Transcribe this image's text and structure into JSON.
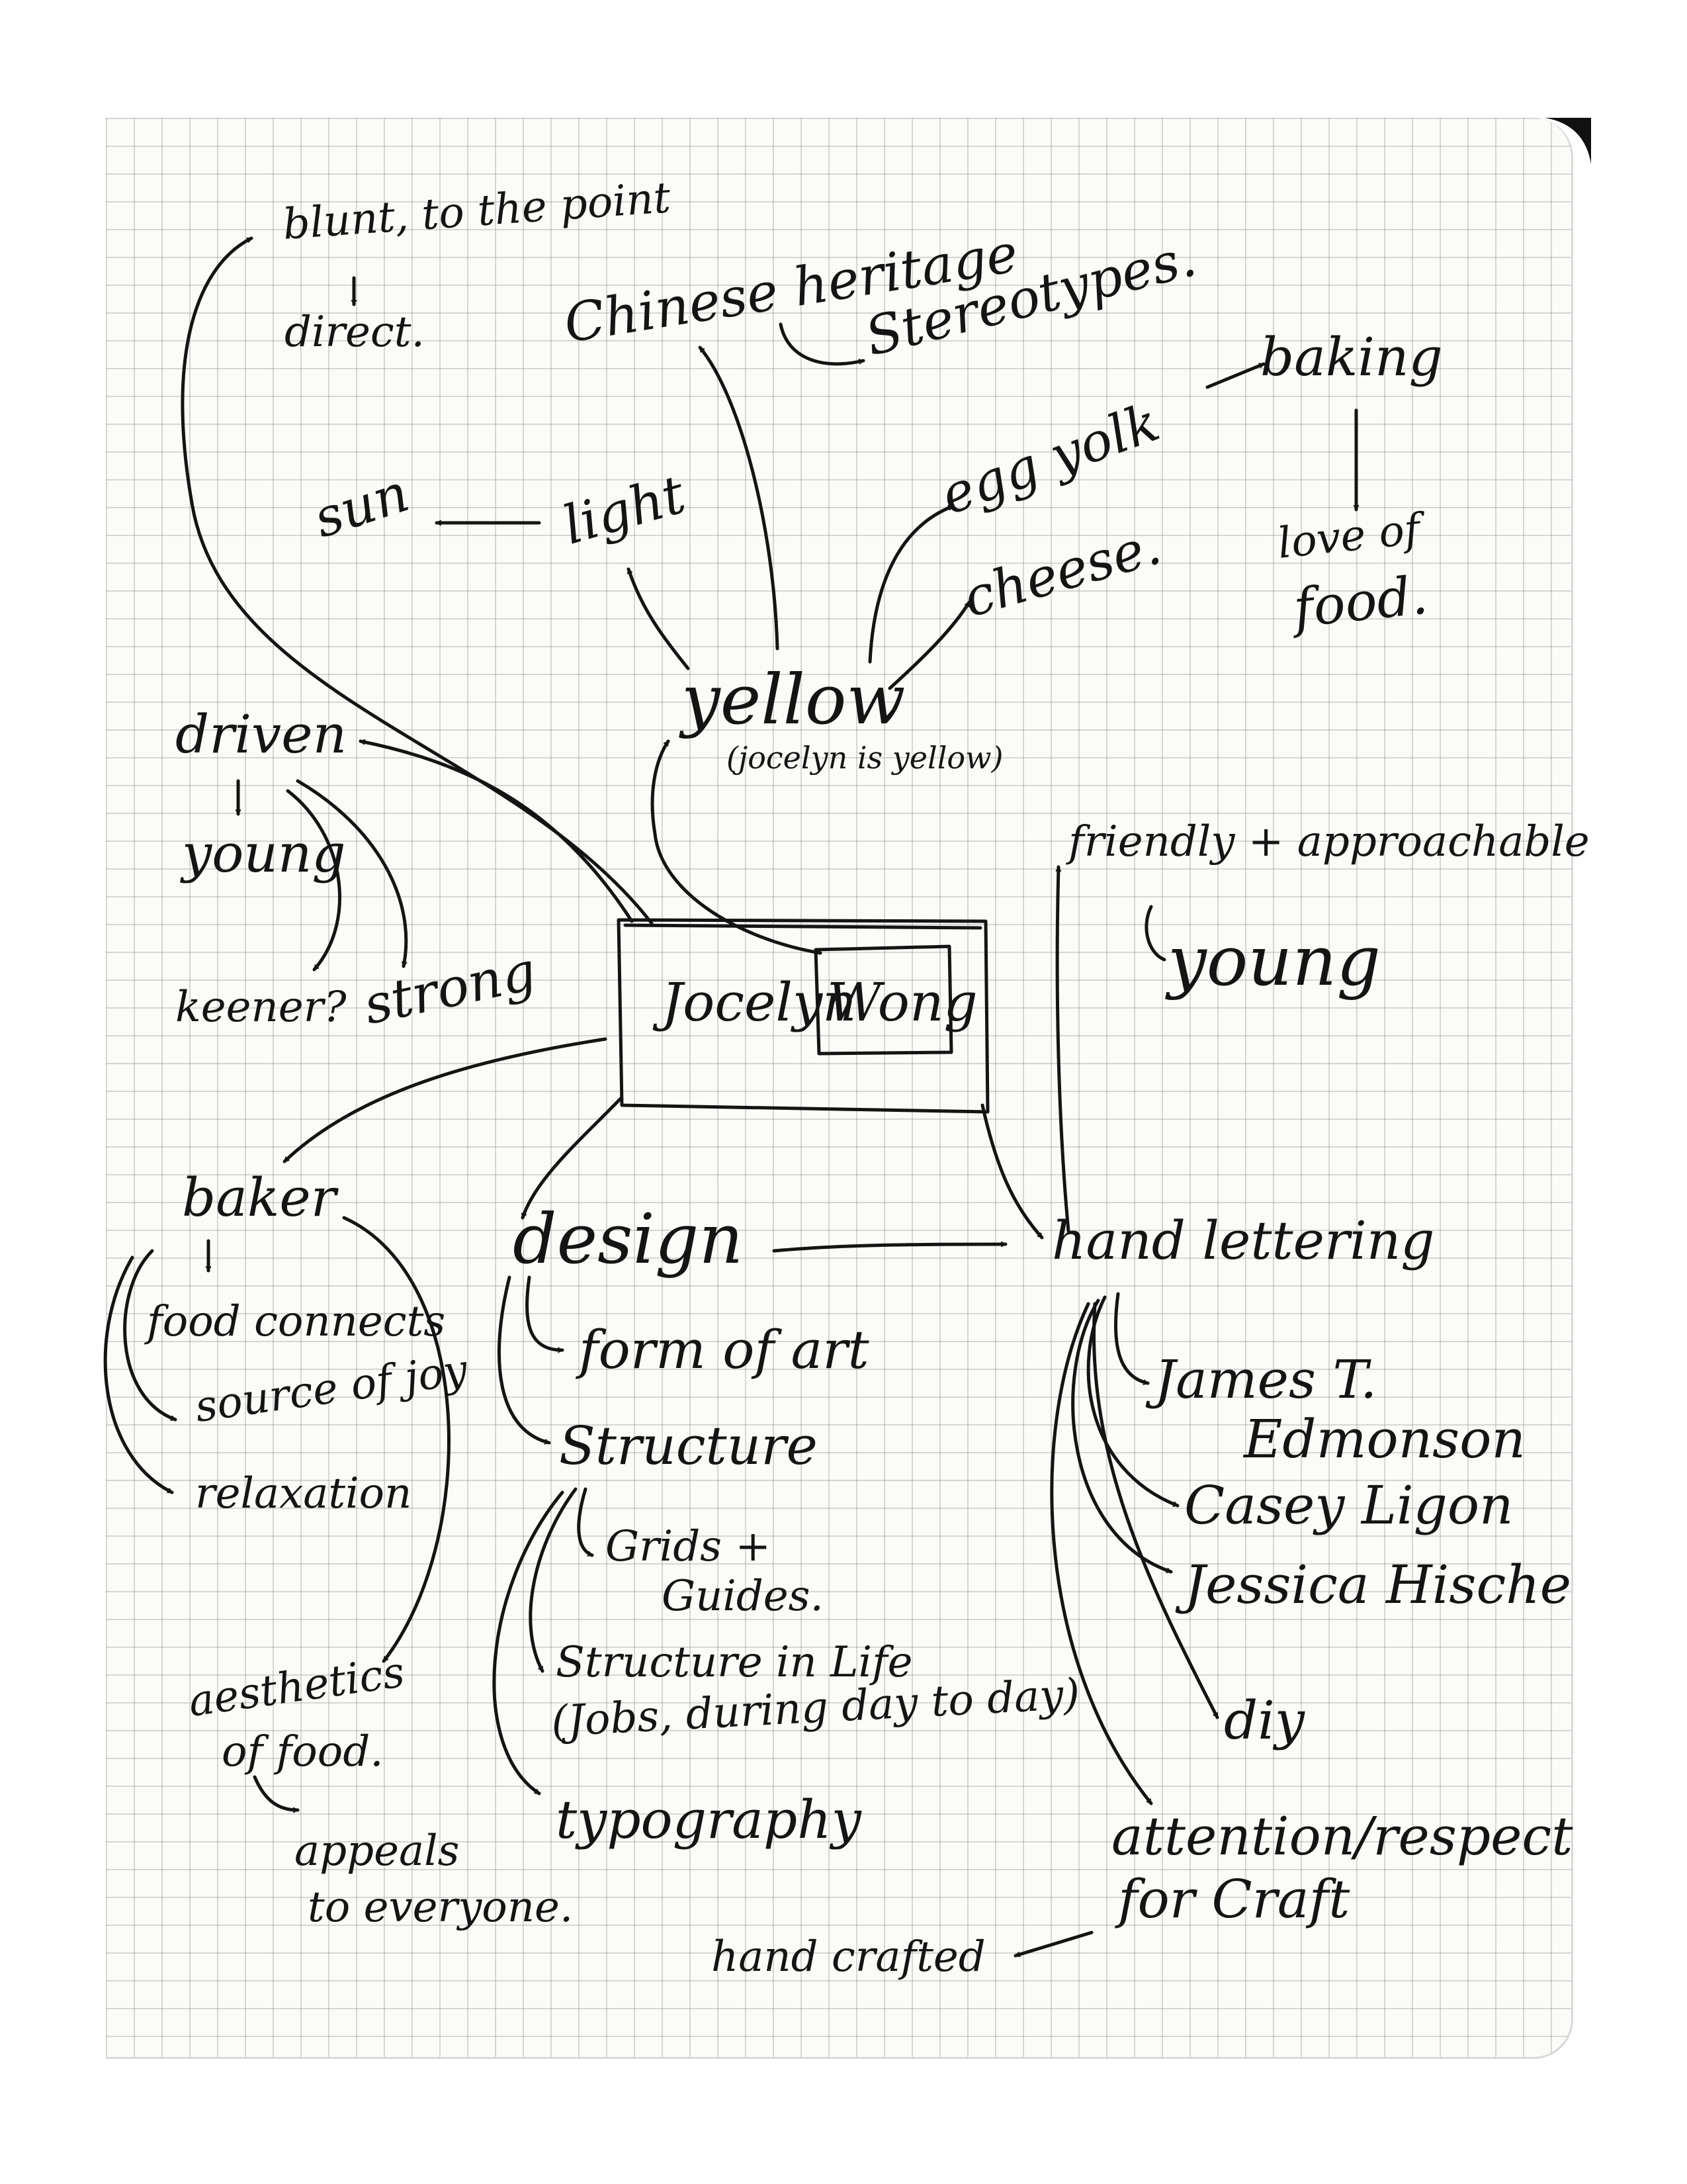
{
  "center": {
    "first": "Jocelyn",
    "last": "Wong"
  },
  "yellow": {
    "title": "yellow",
    "note": "(jocelyn is yellow)"
  },
  "top": {
    "blunt": "blunt, to the point",
    "direct": "direct.",
    "chinese_heritage": "Chinese heritage",
    "stereotypes": "Stereotypes.",
    "sun": "sun",
    "light": "light",
    "egg_yolk": "egg yolk",
    "baking": "baking",
    "cheese": "cheese.",
    "love_of": "love of",
    "food": "food."
  },
  "left": {
    "driven": "driven",
    "young": "young",
    "keener": "keener?",
    "strong": "strong"
  },
  "right": {
    "friendly": "friendly + approachable",
    "young": "young"
  },
  "baker": {
    "title": "baker",
    "food_connects": "food connects",
    "source_of_joy": "source of joy",
    "relaxation": "relaxation",
    "aesthetics": "aesthetics",
    "of_food": "of food.",
    "appeals": "appeals",
    "to_everyone": "to everyone."
  },
  "design": {
    "title": "design",
    "form_of_art": "form of art",
    "structure": "Structure",
    "grids": "Grids +",
    "guides": "Guides.",
    "structure_in_life": "Structure in Life",
    "jobs": "(Jobs, during day to day)",
    "typography": "typography"
  },
  "lettering": {
    "title": "hand lettering",
    "james": "James T.",
    "edmonson": "Edmonson",
    "casey": "Casey Ligon",
    "jessica": "Jessica Hische",
    "diy": "diy",
    "attention": "attention/respect",
    "for_craft": "for Craft",
    "hand_crafted": "hand crafted"
  }
}
